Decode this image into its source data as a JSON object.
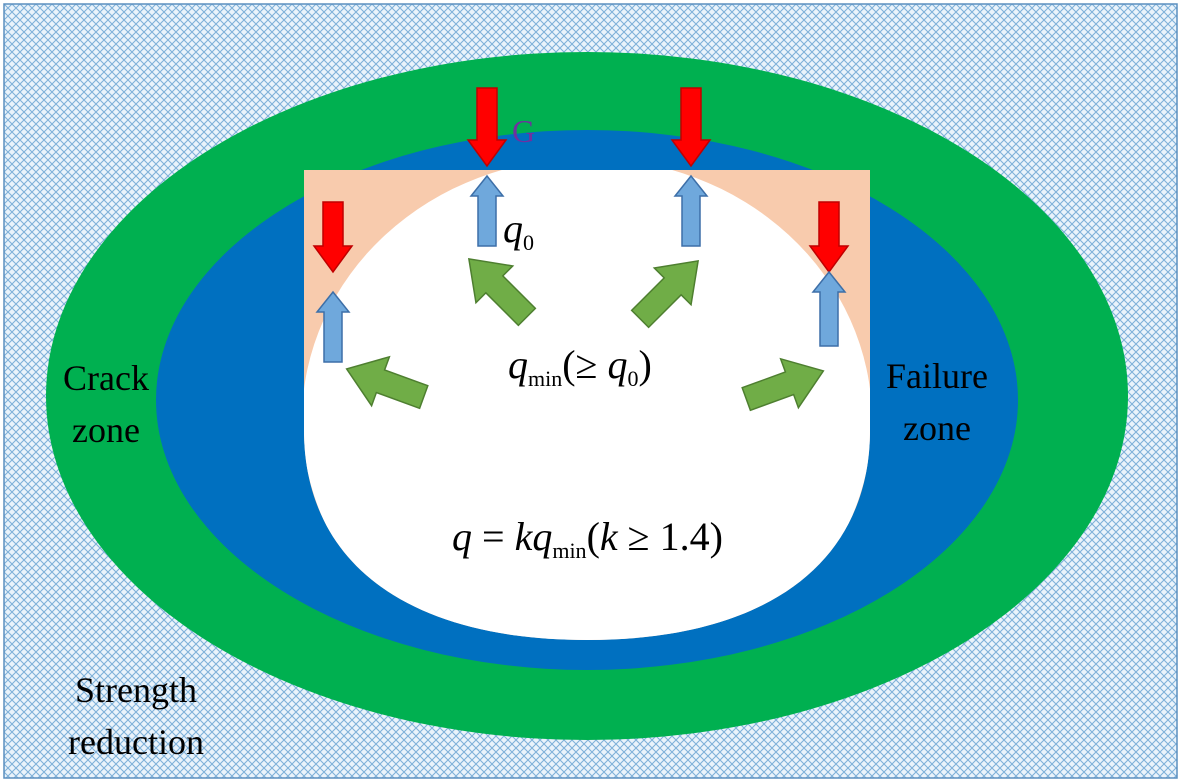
{
  "colors": {
    "background_hatch": "#7fb1d9",
    "background_base": "#eaf3fb",
    "crack_zone": "#00b050",
    "failure_zone": "#0070c0",
    "roof_band": "#f8cbad",
    "cavity": "#ffffff",
    "gravity_arrow": "#ff0000",
    "support_arrow": "#6fa8dc",
    "pressure_arrow": "#70ad47",
    "text": "#000000",
    "g_label": "#7030a0"
  },
  "labels": {
    "crack_zone_line1": "Crack",
    "crack_zone_line2": "zone",
    "failure_zone_line1": "Failure",
    "failure_zone_line2": "zone",
    "strength_line1": "Strength",
    "strength_line2": "reduction",
    "gravity": "G"
  },
  "equations": {
    "q0_symbol": "q",
    "q0_sub": "0",
    "qmin_symbol": "q",
    "qmin_sub": "min",
    "qmin_cond_open": "(≥",
    "qmin_cond_symbol": "q",
    "qmin_cond_sub": "0",
    "qmin_cond_close": ")",
    "q_symbol": "q",
    "q_equals": " = ",
    "q_k": "k",
    "q_qmin": "q",
    "q_qmin_sub": "min",
    "q_cond_open": "(",
    "q_cond_k": "k",
    "q_cond_rest": " ≥ 1.4)"
  },
  "icons": {
    "gravity_arrow": "arrow-down-icon",
    "support_arrow": "arrow-up-icon",
    "pressure_arrow": "arrow-outward-icon"
  }
}
